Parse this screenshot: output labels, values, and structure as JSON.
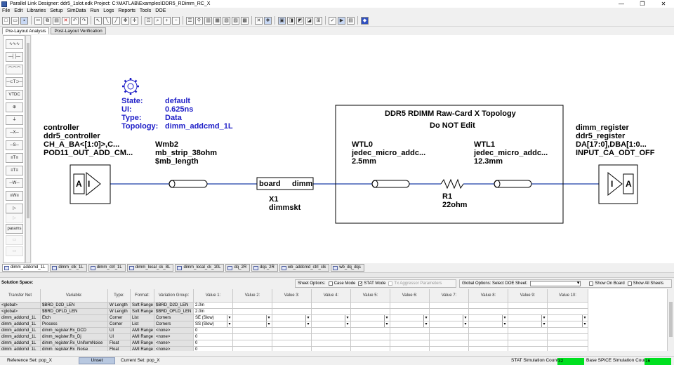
{
  "window": {
    "title": "Parallel Link Designer: ddr5_1slot.edk Project: C:\\MATLAB\\Examples\\DDR5_RDimm_RC_X",
    "min": "—",
    "max": "❐",
    "close": "✕"
  },
  "menu": [
    "File",
    "Edit",
    "Libraries",
    "Setup",
    "SimData",
    "Run",
    "Logs",
    "Reports",
    "Tools",
    "DOE"
  ],
  "top_tabs": [
    "Pre-Layout Analysis",
    "Post-Layout Verification"
  ],
  "palette_label": "params",
  "schematic": {
    "state_lines": [
      {
        "key": "State:",
        "val": "default"
      },
      {
        "key": "UI:",
        "val": "0.625ns"
      },
      {
        "key": "Type:",
        "val": "Data"
      },
      {
        "key": "Topology:",
        "val": "dimm_addcmd_1L"
      }
    ],
    "controller": [
      "controller",
      "ddr5_controller",
      "CH_A_BA<[1:0]>,C...",
      "POD11_OUT_ADD_CM..."
    ],
    "wire1": [
      "Wmb2",
      "mb_strip_38ohm",
      "$mb_length"
    ],
    "conn_left": "board",
    "conn_right": "dimm",
    "x1": [
      "X1",
      "dimmskt"
    ],
    "box_title": "DDR5 RDIMM Raw-Card X Topology",
    "box_sub": "Do NOT Edit",
    "wtl0": [
      "WTL0",
      "jedec_micro_addc...",
      "2.5mm"
    ],
    "wtl1": [
      "WTL1",
      "jedec_micro_addc...",
      "12.3mm"
    ],
    "r1": [
      "R1",
      "22ohm"
    ],
    "receiver": [
      "dimm_register",
      "ddr5_register",
      "DA[17:0],DBA[1:0...",
      "INPUT_CA_ODT_OFF"
    ],
    "buf_A": "A",
    "buf_I": "I"
  },
  "sheet_tabs": [
    "dimm_addcmd_1L",
    "dimm_clk_1L",
    "dimm_ctrl_1L",
    "dimm_local_ck_8L",
    "dimm_local_ck_10L",
    "dq_2R",
    "dqs_2R",
    "wb_addcmd_ctrl_clk",
    "wb_dq_dqs"
  ],
  "solution": {
    "label": "Solution Space:",
    "sheet_options": "Sheet Options:",
    "case_mode": "Case Mode",
    "stat_mode": "STAT Mode",
    "tx_aggr": "Tx Aggressor Parameters",
    "global_options": "Global Options: Select DOE Sheet:",
    "show_on_board": "Show On Board",
    "show_all_sheets": "Show All Sheets"
  },
  "grid": {
    "headers": [
      "Transfer Net",
      "Variable:",
      "Type:",
      "Format:",
      "Variation Group:",
      "Value 1:",
      "Value 2:",
      "Value 3:",
      "Value 4:",
      "Value 5:",
      "Value 6:",
      "Value 7:",
      "Value 8:",
      "Value 9:",
      "Value 10:"
    ],
    "rows": [
      [
        "<global>",
        "$BRD_D2D_LEN",
        "W Length",
        "Soft Range",
        "$BRD_D2D_LEN",
        "2.0in"
      ],
      [
        "<global>",
        "$BRD_OFLD_LEN",
        "W Length",
        "Soft Range",
        "$BRD_OFLD_LEN",
        "2.0in"
      ],
      [
        "dimm_addcmd_1L",
        "Etch",
        "Corner",
        "List",
        "Corners",
        "SE (Slow)"
      ],
      [
        "dimm_addcmd_1L",
        "Process",
        "Corner",
        "List",
        "Corners",
        "SS (Slow)"
      ],
      [
        "dimm_addcmd_1L",
        "dimm_register.Rx_DCD",
        "UI",
        "AMI Range",
        "<none>",
        "0"
      ],
      [
        "dimm_addcmd_1L",
        "dimm_register.Rx_Dj",
        "UI",
        "AMI Range",
        "<none>",
        "0"
      ],
      [
        "dimm_addcmd_1L",
        "dimm_register.Rx_UniformNoise",
        "Float",
        "AMI Range",
        "<none>",
        "0"
      ],
      [
        "dimm_addcmd_1L",
        "dimm_register.Rx_Noise",
        "Float",
        "AMI Range",
        "<none>",
        "0"
      ]
    ]
  },
  "status": {
    "reference": "Reference Set: pop_X",
    "unset": "Unset",
    "current": "Current Set: pop_X",
    "stat_label": "STAT Simulation Count:",
    "stat_count": "32",
    "spice_label": "Base SPICE Simulation Count:",
    "spice_count": "16"
  },
  "colors": {
    "wire": "#1a3fa8",
    "state_text": "#2020c8",
    "count_bg": "#00e020"
  }
}
